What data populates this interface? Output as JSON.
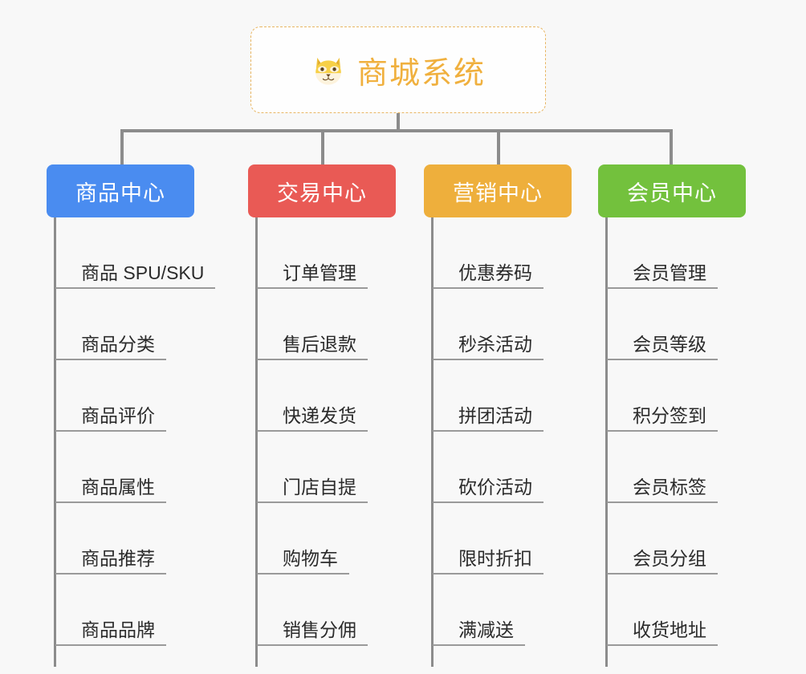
{
  "diagram": {
    "background_color": "#f8f8f8",
    "root": {
      "title": "商城系统",
      "icon": "shiba-dog-emoji",
      "text_color": "#f0b03e",
      "border_color": "#e8b663"
    },
    "connector_color": "#8c8c8c",
    "branches": [
      {
        "label": "商品中心",
        "color": "#4a8cf0",
        "items": [
          "商品 SPU/SKU",
          "商品分类",
          "商品评价",
          "商品属性",
          "商品推荐",
          "商品品牌"
        ]
      },
      {
        "label": "交易中心",
        "color": "#e95a55",
        "items": [
          "订单管理",
          "售后退款",
          "快递发货",
          "门店自提",
          "购物车",
          "销售分佣"
        ]
      },
      {
        "label": "营销中心",
        "color": "#eeaf3c",
        "items": [
          "优惠券码",
          "秒杀活动",
          "拼团活动",
          "砍价活动",
          "限时折扣",
          "满减送"
        ]
      },
      {
        "label": "会员中心",
        "color": "#73c13d",
        "items": [
          "会员管理",
          "会员等级",
          "积分签到",
          "会员标签",
          "会员分组",
          "收货地址"
        ]
      }
    ]
  }
}
